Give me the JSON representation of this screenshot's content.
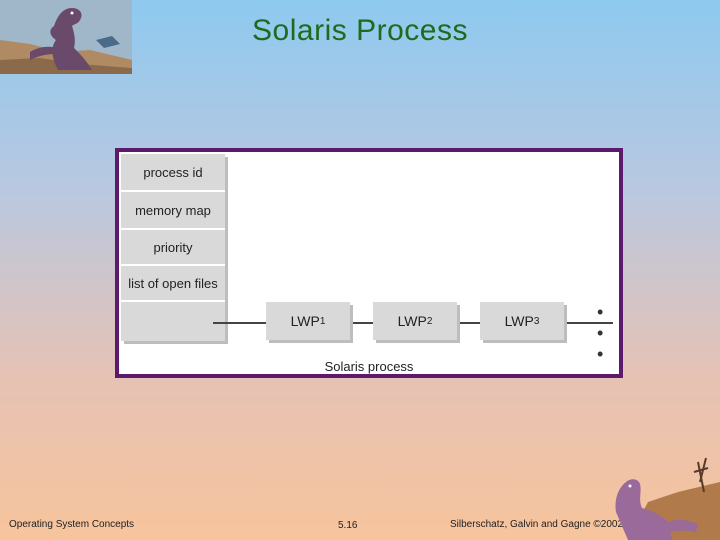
{
  "slide": {
    "title": "Solaris Process"
  },
  "diagram": {
    "pcb_fields": [
      "process id",
      "memory map",
      "priority",
      "list of open files",
      ""
    ],
    "lwps": [
      {
        "label": "LWP",
        "sub": "1"
      },
      {
        "label": "LWP",
        "sub": "2"
      },
      {
        "label": "LWP",
        "sub": "3"
      }
    ],
    "ellipsis": "• • •",
    "caption": "Solaris process",
    "border_color": "#5b1a6b"
  },
  "footer": {
    "left": "Operating System Concepts",
    "page": "5.16",
    "right": "Silberschatz, Galvin and Gagne ©2002"
  },
  "icons": [
    "dinosaur-logo-icon",
    "dinosaur-corner-icon"
  ]
}
